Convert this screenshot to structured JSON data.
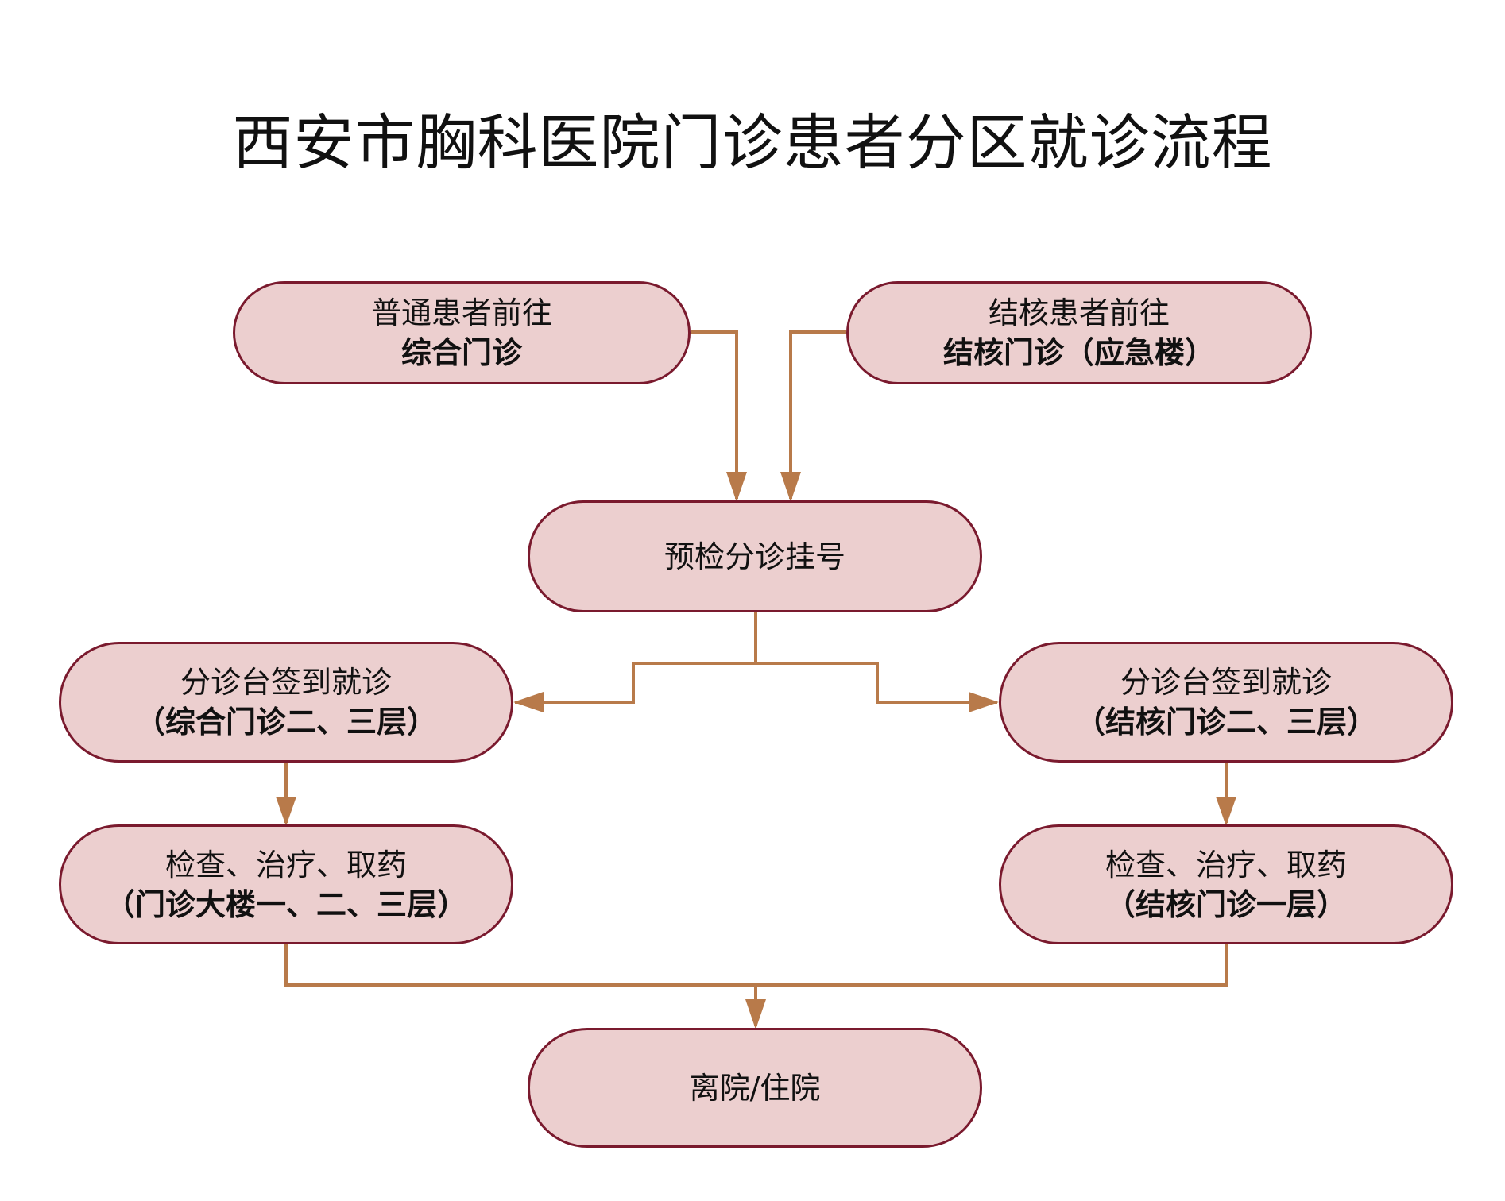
{
  "title": "西安市胸科医院门诊患者分区就诊流程",
  "colors": {
    "box_fill": "#eccfcf",
    "box_border": "#7a1a2e",
    "arrow": "#b87a4a"
  },
  "nodes": {
    "general": {
      "line1": "普通患者前往",
      "line2": "综合门诊"
    },
    "tb": {
      "line1": "结核患者前往",
      "line2": "结核门诊（应急楼）"
    },
    "triage": {
      "line1": "预检分诊挂号"
    },
    "general_checkin": {
      "line1": "分诊台签到就诊",
      "line2": "（综合门诊二、三层）"
    },
    "tb_checkin": {
      "line1": "分诊台签到就诊",
      "line2": "（结核门诊二、三层）"
    },
    "general_exam": {
      "line1": "检查、治疗、取药",
      "line2": "（门诊大楼一、二、三层）"
    },
    "tb_exam": {
      "line1": "检查、治疗、取药",
      "line2": "（结核门诊一层）"
    },
    "discharge": {
      "line1": "离院/住院"
    }
  }
}
